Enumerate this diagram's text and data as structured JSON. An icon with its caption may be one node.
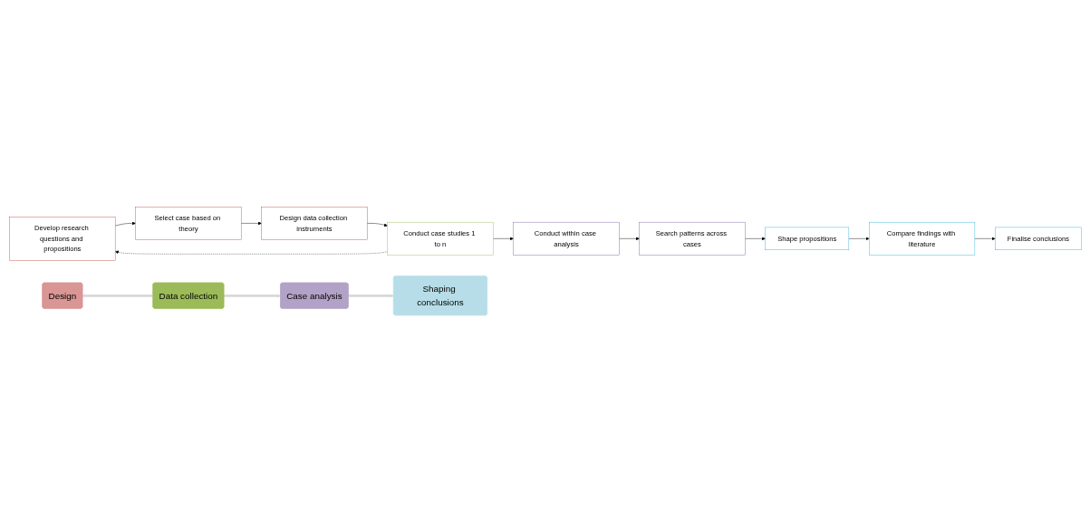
{
  "diagram": {
    "nodes": [
      {
        "text": [
          "Design"
        ]
      },
      {
        "text": [
          "Develop research questions and propositions"
        ]
      },
      {
        "text": [
          "Select case based on theory"
        ]
      },
      {
        "text": [
          "Design data collection instruments"
        ]
      },
      {
        "text": [
          "Data collection"
        ]
      },
      {
        "text": [
          "Conduct case studies 1 to n"
        ]
      },
      {
        "text": [
          "Case analysis"
        ]
      },
      {
        "text": [
          "Conduct within case analysis"
        ]
      },
      {
        "text": [
          "Search patterns across cases"
        ]
      },
      {
        "text": [
          "Shaping conclusions"
        ]
      },
      {
        "text": [
          "Shape propositions"
        ]
      },
      {
        "text": [
          "Compare findings with literature"
        ]
      },
      {
        "text": [
          "Finalise conclusions"
        ]
      }
    ],
    "edges": [
      {
        "from": 0,
        "to": 4,
        "arrow": "to",
        "style": "thick",
        "color": "#d9d9d9"
      },
      {
        "from": 4,
        "to": 6,
        "arrow": "to",
        "style": "thick",
        "color": "#d9d9d9"
      },
      {
        "from": 6,
        "to": 9,
        "arrow": "to",
        "style": "thick",
        "color": "#d9d9d9"
      },
      {
        "from": 1,
        "to": 2,
        "arrow": "to"
      },
      {
        "from": 2,
        "to": 3,
        "arrow": "to"
      },
      {
        "from": 3,
        "to": 5,
        "arrow": "to"
      },
      {
        "from": 5,
        "to": 1,
        "arrow": "to",
        "style": "dashed"
      },
      {
        "from": 5,
        "to": 7,
        "arrow": "to"
      },
      {
        "from": 7,
        "to": 8,
        "arrow": "to"
      },
      {
        "from": 8,
        "to": 10,
        "arrow": "to"
      },
      {
        "from": 10,
        "to": 11,
        "arrow": "to"
      },
      {
        "from": 11,
        "to": 12,
        "arrow": "to"
      }
    ]
  }
}
